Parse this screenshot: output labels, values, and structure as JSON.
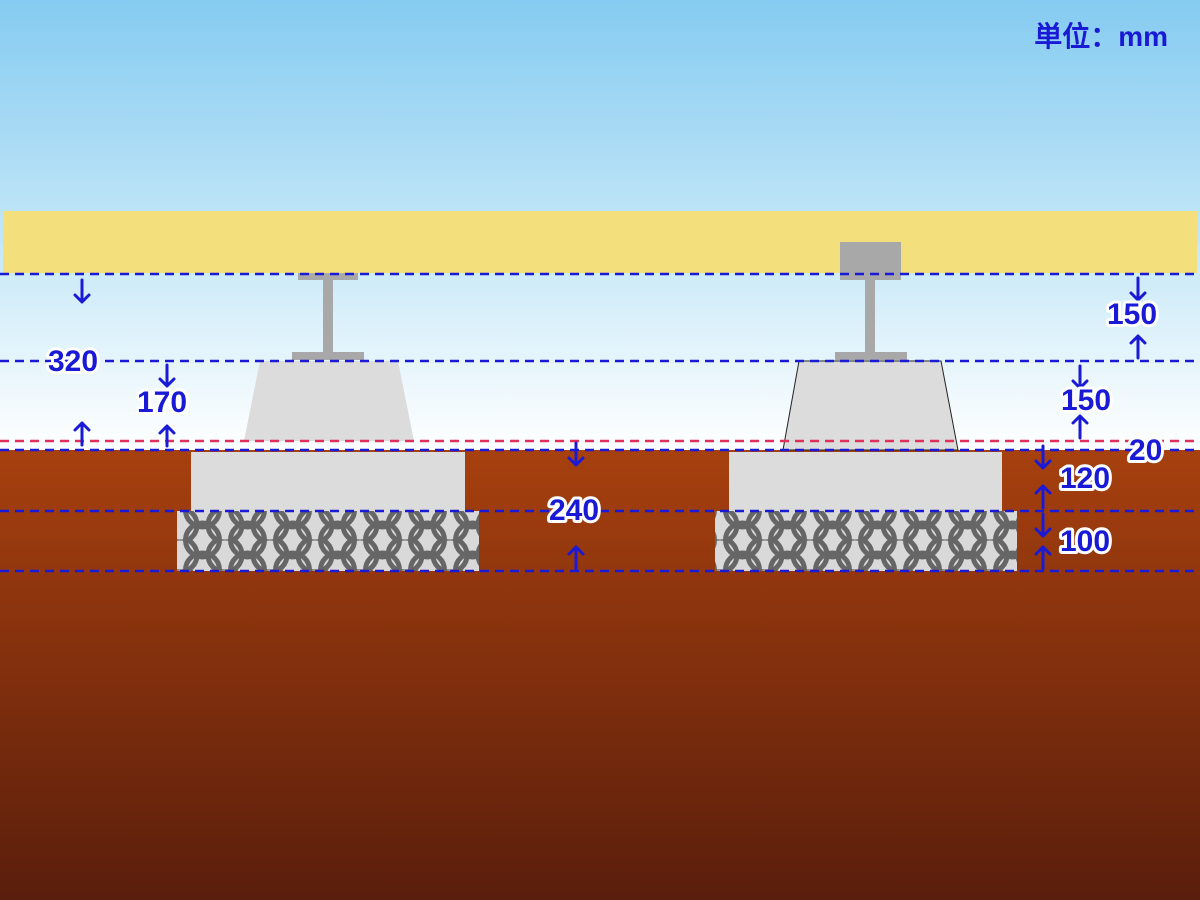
{
  "unit_label": "単位：mm",
  "dimensions": {
    "total": "320",
    "pad_to_grade": "170",
    "floor_to_post_top": "150",
    "post_top_to_pad": "150",
    "gap": "20",
    "footing": "120",
    "base": "100",
    "footing_plus_base": "240"
  },
  "colors": {
    "sky_top": "#85cbf1",
    "floor": "#f3df7b",
    "soil_top": "#a7400e",
    "soil_bottom": "#5a1e0c",
    "concrete": "#dcdcdc",
    "steel": "#a8a8a8",
    "dim_line": "#1a1ad6",
    "grade_line": "#e0305a"
  }
}
